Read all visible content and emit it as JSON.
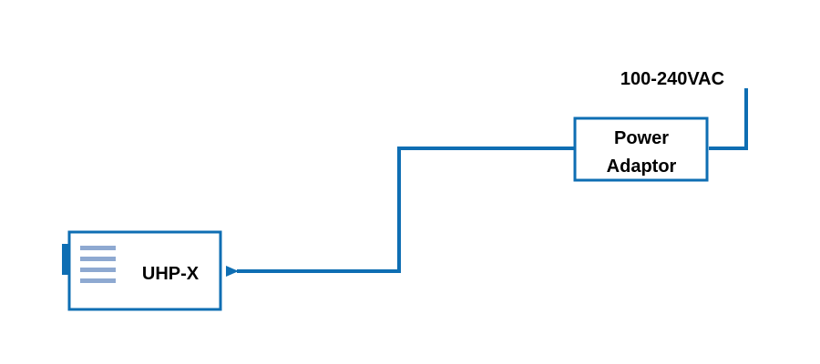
{
  "supply": {
    "voltage_label": "100-240VAC"
  },
  "power_adaptor": {
    "line1": "Power",
    "line2": "Adaptor"
  },
  "device": {
    "label": "UHP-X"
  },
  "colors": {
    "line": "#0e6eb3",
    "box_border": "#0e6eb3",
    "vent": "#8ea9d1",
    "text": "#000000",
    "background": "#ffffff"
  }
}
